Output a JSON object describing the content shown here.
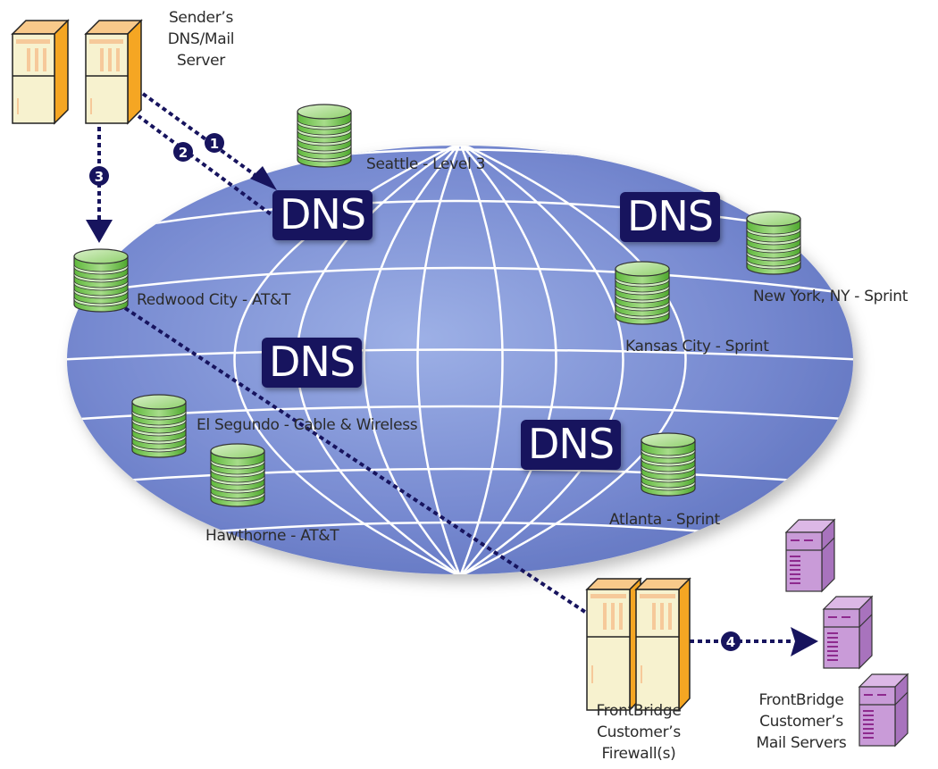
{
  "diagram": {
    "title": "DNS / Mail routing via FrontBridge",
    "colors": {
      "globe_fill": "#7d92d6",
      "globe_fill_light": "#a8b8e8",
      "grid_line": "#ffffff",
      "arrow": "#17145e",
      "dns_badge": "#17145e",
      "db_green": "#6cc24a",
      "db_light": "#cdeabb",
      "server_cream": "#f7f2cf",
      "server_orange": "#f5a623",
      "server_top": "#f8c98a",
      "mail_purple": "#c79ad6",
      "mail_purple_dark": "#a873bd",
      "mail_stripe": "#8e2a8e"
    },
    "sender": {
      "label_lines": [
        "Sender’s",
        "DNS/Mail",
        "Server"
      ]
    },
    "dns_badges": [
      "DNS",
      "DNS",
      "DNS",
      "DNS"
    ],
    "datacenters": [
      {
        "id": "seattle",
        "label": "Seattle - Level 3"
      },
      {
        "id": "redwood",
        "label": "Redwood City - AT&T"
      },
      {
        "id": "kansas",
        "label": "Kansas City - Sprint"
      },
      {
        "id": "newyork",
        "label": "New York, NY - Sprint"
      },
      {
        "id": "elsegundo",
        "label": "El Segundo - Cable & Wireless"
      },
      {
        "id": "hawthorne",
        "label": "Hawthorne - AT&T"
      },
      {
        "id": "atlanta",
        "label": "Atlanta - Sprint"
      }
    ],
    "firewall": {
      "label_lines": [
        "FrontBridge",
        "Customer’s",
        "Firewall(s)"
      ]
    },
    "mail_servers": {
      "label_lines": [
        "FrontBridge",
        "Customer’s",
        "Mail Servers"
      ],
      "count": 3
    },
    "steps": [
      {
        "number": "1",
        "from": "sender",
        "to": "DNS (Seattle)"
      },
      {
        "number": "2",
        "from": "DNS (Seattle)",
        "to": "sender"
      },
      {
        "number": "3",
        "from": "sender",
        "to": "Redwood City - AT&T"
      },
      {
        "number": "4",
        "from": "firewall",
        "to": "mail servers"
      }
    ]
  }
}
